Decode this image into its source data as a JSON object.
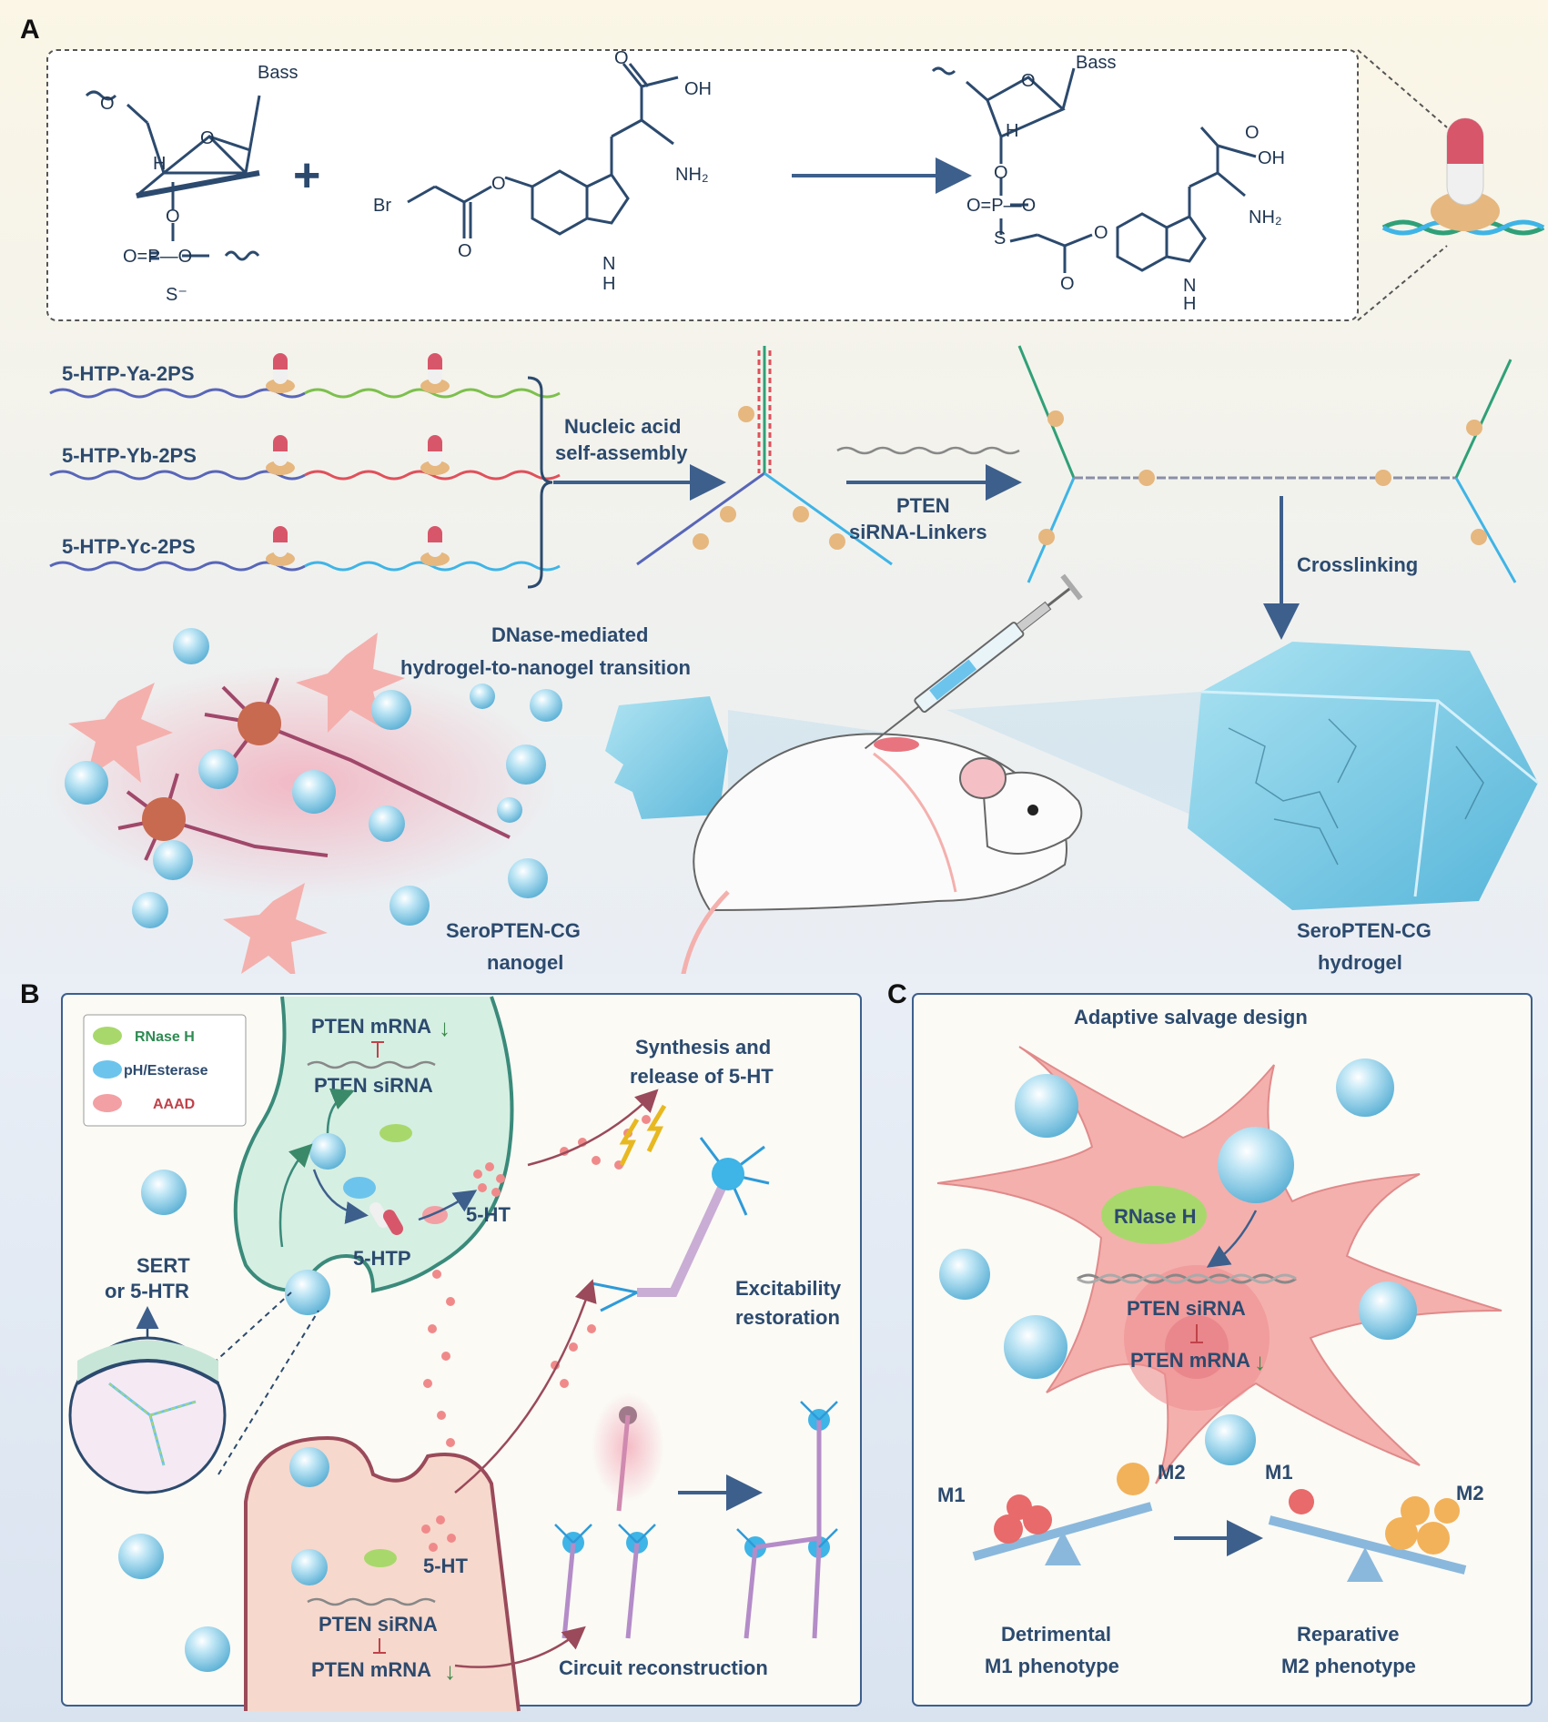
{
  "panels": {
    "a": "A",
    "b": "B",
    "c": "C"
  },
  "colors": {
    "bond": "#2c4a6e",
    "strand_blue": "#5866b8",
    "strand_green": "#7cc04c",
    "strand_red": "#e0505a",
    "strand_cyan": "#3fb4e6",
    "sphere": "#8fd0ea",
    "synapse_green": "#d6efe3",
    "synapse_pink": "#f7d8cc",
    "microglia": "#f4b0ad",
    "text_red": "#c0424a",
    "text_tan": "#b98a66"
  },
  "chem": {
    "bass_1": "Bass",
    "bass_2": "Bass",
    "h_1": "H",
    "h_2": "H",
    "o_ring_1": "O",
    "o_ring_2": "O",
    "o_3_1": "O",
    "o_3_2": "O",
    "p_1": "O=P—O",
    "s_1": "S⁻",
    "p_2": "O=P—O",
    "s_2": "S",
    "plus": "+",
    "br": "Br",
    "ester_o_1": "O",
    "carbonyl_o_1": "O",
    "oh_1": "OH",
    "o_1": "O",
    "nh2_1": "NH₂",
    "nh_1": "N",
    "nh_h_1": "H",
    "ester_o_2": "O",
    "carbonyl_o_2": "O",
    "oh_2": "OH",
    "o_2": "O",
    "nh2_2": "NH₂",
    "nh_2": "N",
    "nh_h_2": "H"
  },
  "strands": [
    {
      "label": "5-HTP-Ya-2PS"
    },
    {
      "label": "5-HTP-Yb-2PS"
    },
    {
      "label": "5-HTP-Yc-2PS"
    }
  ],
  "panel_a": {
    "assembly_l1": "Nucleic acid",
    "assembly_l2": "self-assembly",
    "linker_l1": "PTEN",
    "linker_l2": "siRNA-Linkers",
    "crosslinking": "Crosslinking",
    "transition_l1": "DNase-mediated",
    "transition_l2": "hydrogel-to-nanogel transition",
    "nanogel_l1": "SeroPTEN-CG",
    "nanogel_l2": "nanogel",
    "hydrogel_l1": "SeroPTEN-CG",
    "hydrogel_l2": "hydrogel"
  },
  "panel_b": {
    "legend": [
      {
        "label": "RNase H",
        "color": "#2e8a52",
        "fill": "#a8d86c"
      },
      {
        "label": "pH/Esterase",
        "color": "#2c4a6e",
        "fill": "#6cc4ec"
      },
      {
        "label": "AAAD",
        "color": "#c0424a",
        "fill": "#f2a0a4"
      }
    ],
    "pten_mrna_top": "PTEN mRNA",
    "pten_sirna_top": "PTEN siRNA",
    "htp": "5-HTP",
    "ht_top": "5-HT",
    "ht_bottom": "5-HT",
    "synthesis_l1": "Synthesis and",
    "synthesis_l2": "release of 5-HT",
    "sert_l1": "SERT",
    "sert_l2": "or 5-HTR",
    "excitability_l1": "Excitability",
    "excitability_l2": "restoration",
    "pten_sirna_bottom": "PTEN siRNA",
    "pten_mrna_bottom": "PTEN mRNA",
    "circuit": "Circuit reconstruction",
    "down_arrow": "↓"
  },
  "panel_c": {
    "title": "Adaptive salvage design",
    "rnase": "RNase H",
    "pten_sirna": "PTEN siRNA",
    "pten_mrna": "PTEN mRNA",
    "down_arrow": "↓",
    "m1_left": "M1",
    "m2_left": "M2",
    "m1_right": "M1",
    "m2_right": "M2",
    "detrimental_l1": "Detrimental",
    "detrimental_l2": "M1 phenotype",
    "reparative_l1": "Reparative",
    "reparative_l2": "M2 phenotype"
  }
}
